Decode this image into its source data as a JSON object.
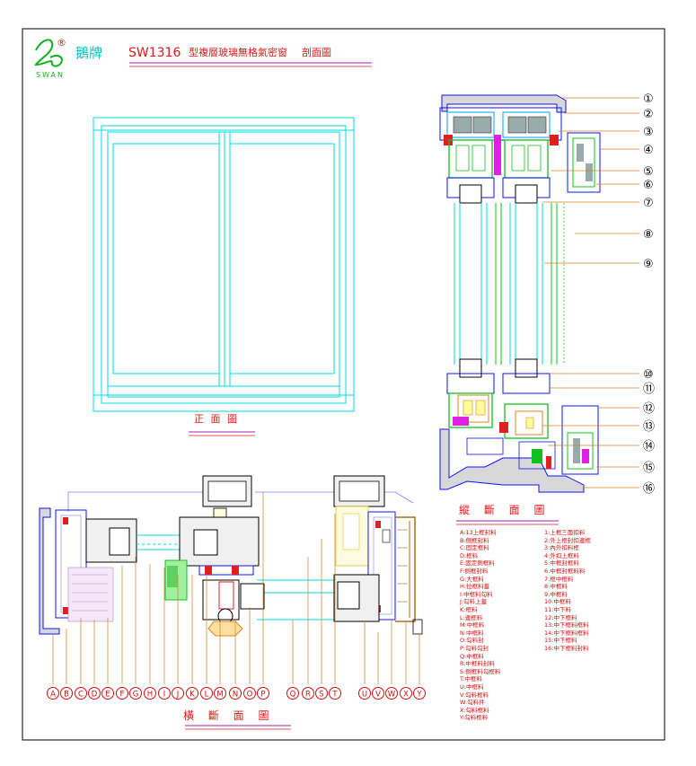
{
  "header": {
    "logo_brand": "SWAN",
    "logo_registered": "®",
    "brand_cn": "鵝牌",
    "model": "SW1316",
    "title": "型複層玻璃無格氣密窗",
    "subtitle": "剖面圖"
  },
  "front_view": {
    "title": "正 面 圖"
  },
  "vertical_section": {
    "title": "縱 斷 面 圖",
    "callouts": [
      "①",
      "②",
      "③",
      "④",
      "⑤",
      "⑥",
      "⑦",
      "⑧",
      "⑨",
      "⑩",
      "⑪",
      "⑫",
      "⑬",
      "⑭",
      "⑮",
      "⑯"
    ]
  },
  "horizontal_section": {
    "title": "橫 斷 面 圖",
    "callouts": [
      "A",
      "B",
      "C",
      "D",
      "E",
      "F",
      "G",
      "H",
      "I",
      "J",
      "K",
      "L",
      "M",
      "N",
      "O",
      "P",
      "Q",
      "R",
      "S",
      "T",
      "U",
      "V",
      "W",
      "X",
      "Y"
    ]
  },
  "legend": {
    "letters": [
      "A:13上框封料",
      "B:側框封料",
      "C:固定框料",
      "D:框料",
      "E:固定側框料",
      "F:側框封料",
      "G:大框料",
      "H:拉框料蓋",
      "I:中框料勾料",
      "J:勾料上蓋",
      "K:框料",
      "L:邊框料",
      "M:中框料",
      "N:中框料",
      "O:勾料封",
      "P:勾料勾封",
      "Q:中框料",
      "R:中框料封料",
      "S:側框料勾框料",
      "T:中框料",
      "U:中框料",
      "V:勾料框料",
      "W:勾料件",
      "X:勾料框料",
      "Y:勾料框料"
    ],
    "numbers": [
      "1:上框三面扣料",
      "2:外上框封扣邊框",
      "3:內外扣料框",
      "4:外扣上框料",
      "5:中框封框料",
      "6:中框封框料料",
      "7:框中框料",
      "8:中框料",
      "9:中框料",
      "10:中框料",
      "11:中下料",
      "12:中下框料",
      "13:中下框料框料",
      "14:中下框料框料",
      "15:中下框料",
      "16:中下框料封料"
    ]
  },
  "colors": {
    "frame_cyan": "#00dede",
    "outline_blue": "#1010ff",
    "title_red": "#e01818",
    "underline_purple": "#a020c0",
    "leader_orange": "#d08020",
    "glass_green": "#10c020",
    "gasket_magenta": "#e020e0",
    "aluminium_gray": "#8a8a8a"
  }
}
